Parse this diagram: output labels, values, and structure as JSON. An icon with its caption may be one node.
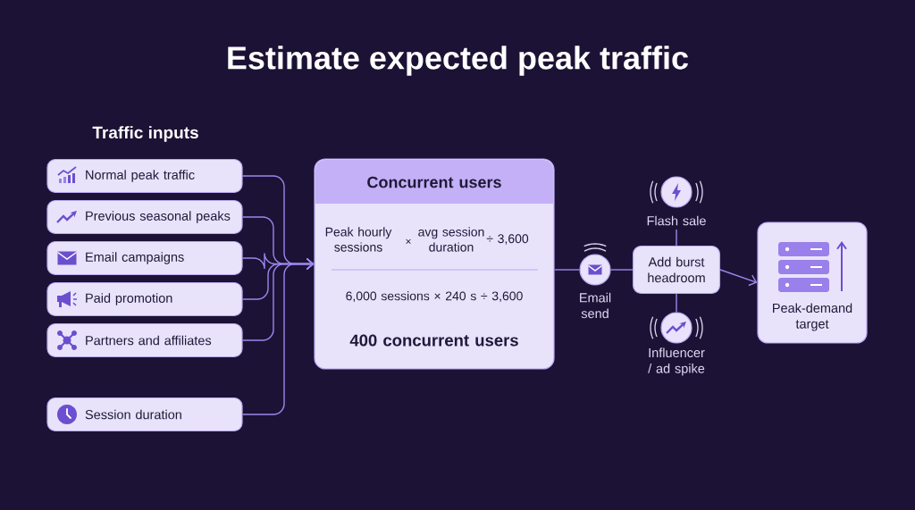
{
  "diagram": {
    "title": "Estimate expected peak traffic",
    "nodes": [
      {
        "text": [
          "Normal peak traffic"
        ]
      },
      {
        "text": [
          "Previous seasonal peaks"
        ]
      },
      {
        "text": [
          "Email campaigns"
        ]
      },
      {
        "text": [
          "Paid promotion"
        ]
      },
      {
        "text": [
          "Partners and affiliates"
        ]
      },
      {
        "text": [
          "Session duration"
        ]
      },
      {
        "text": [
          "Concurrent users",
          "Peak hourly sessions",
          "×",
          "avg session duration",
          "÷ 3,600",
          "6,000 sessions × 240 s ÷ 3,600",
          "400 concurrent users"
        ]
      },
      {
        "text": [],
        "shape": "circle",
        "beside": [
          "Email send"
        ]
      },
      {
        "text": [
          "Add burst headroom"
        ]
      },
      {
        "text": [],
        "shape": "circle",
        "beside": [
          "Flash sale"
        ]
      },
      {
        "text": [],
        "shape": "circle",
        "beside": [
          "Influencer / ad spike"
        ]
      },
      {
        "text": [
          "Peak-demand target"
        ]
      }
    ],
    "edges": [
      {
        "from": 0,
        "to": 6,
        "arrow": "to"
      },
      {
        "from": 1,
        "to": 6,
        "arrow": "to"
      },
      {
        "from": 2,
        "to": 6,
        "arrow": "to"
      },
      {
        "from": 3,
        "to": 6,
        "arrow": "to"
      },
      {
        "from": 4,
        "to": 6,
        "arrow": "to"
      },
      {
        "from": 5,
        "to": 6,
        "arrow": "to"
      },
      {
        "from": 6,
        "to": 7,
        "arrow": "none"
      },
      {
        "from": 7,
        "to": 8,
        "arrow": "none"
      },
      {
        "from": 9,
        "to": 8,
        "arrow": "none"
      },
      {
        "from": 10,
        "to": 8,
        "arrow": "none"
      },
      {
        "from": 8,
        "to": 11,
        "arrow": "to"
      }
    ],
    "labels": [
      "Traffic inputs"
    ]
  }
}
